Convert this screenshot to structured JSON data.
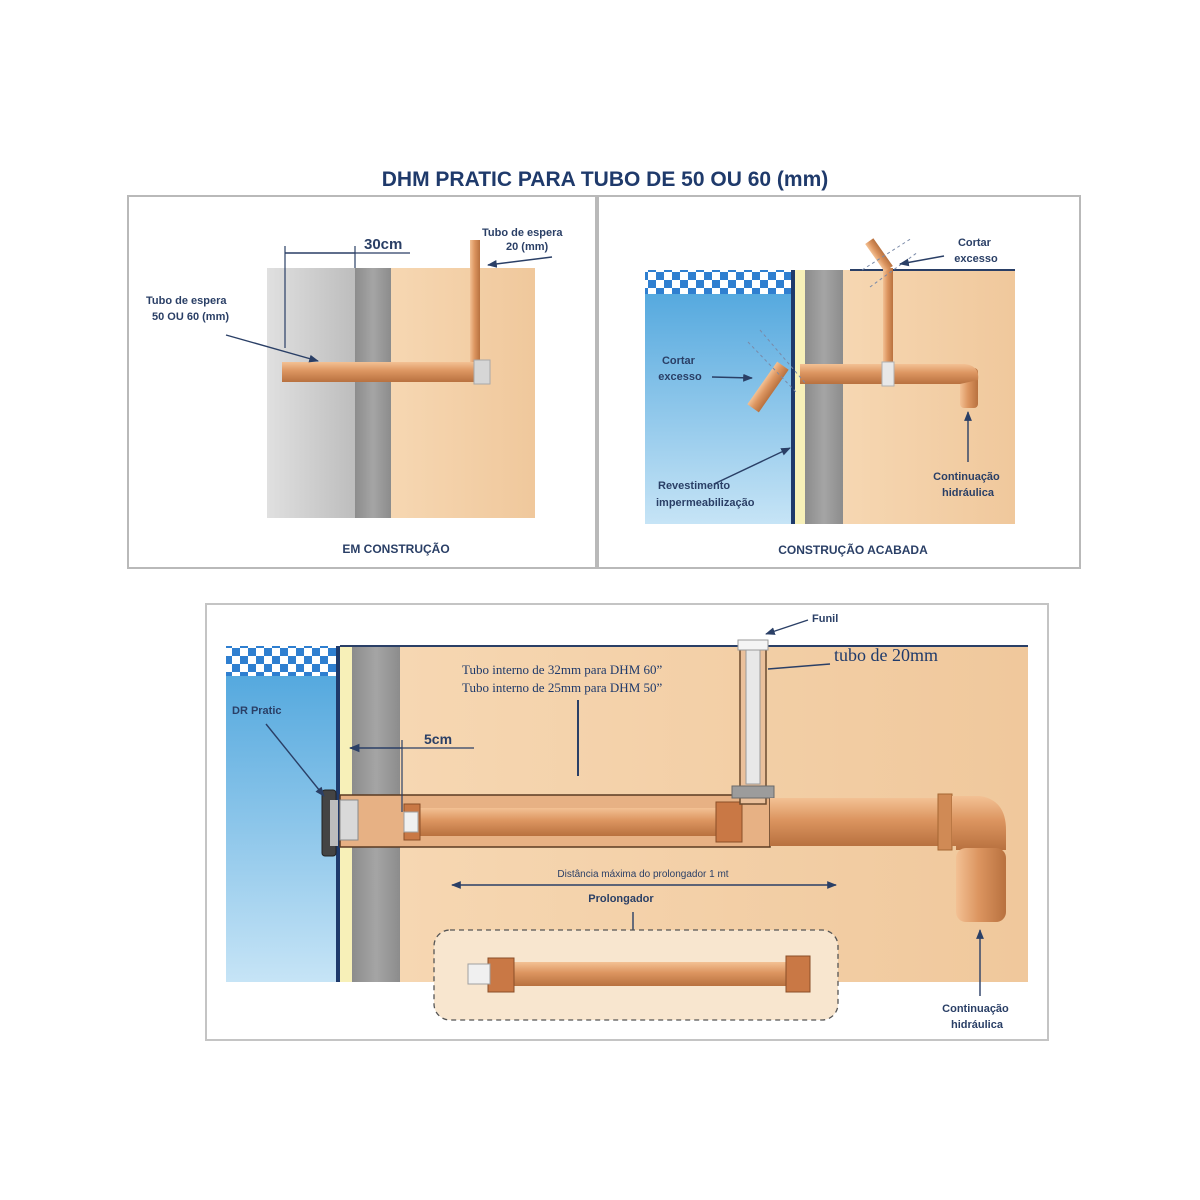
{
  "title": "DHM PRATIC PARA TUBO DE 50 OU 60 (mm)",
  "panel_left": {
    "dimension": "30cm",
    "tubo_espera_20": [
      "Tubo de espera",
      "20 (mm)"
    ],
    "tubo_espera_50": [
      "Tubo de espera",
      "50 OU 60 (mm)"
    ],
    "caption": "EM CONSTRUÇÃO"
  },
  "panel_right": {
    "cortar_top": [
      "Cortar",
      "excesso"
    ],
    "cortar_left": [
      "Cortar",
      "excesso"
    ],
    "revestimento": [
      "Revestimento",
      "impermeabilização"
    ],
    "continuacao": [
      "Continuação",
      "hidráulica"
    ],
    "caption": "CONSTRUÇÃO ACABADA"
  },
  "panel_bottom": {
    "funil": "Funil",
    "tubo_20": "tubo de 20mm",
    "tubo_interno": [
      "Tubo interno de 32mm para DHM 60”",
      "Tubo interno de 25mm para DHM 50”"
    ],
    "dr_pratic": "DR Pratic",
    "dimension": "5cm",
    "distancia": "Distância máxima do prolongador 1 mt",
    "prolongador": "Prolongador",
    "continuacao": [
      "Continuação",
      "hidráulica"
    ]
  },
  "colors": {
    "earth": "#f2cba0",
    "earth_light": "#f8e3c6",
    "water": "#5aaee0",
    "water_light": "#c9e6f7",
    "pipe": "#d9905a",
    "pipe_light": "#f0b98a",
    "pipe_dark": "#b56a37",
    "wall": "#9a9a9a",
    "label": "#2a3f66"
  }
}
